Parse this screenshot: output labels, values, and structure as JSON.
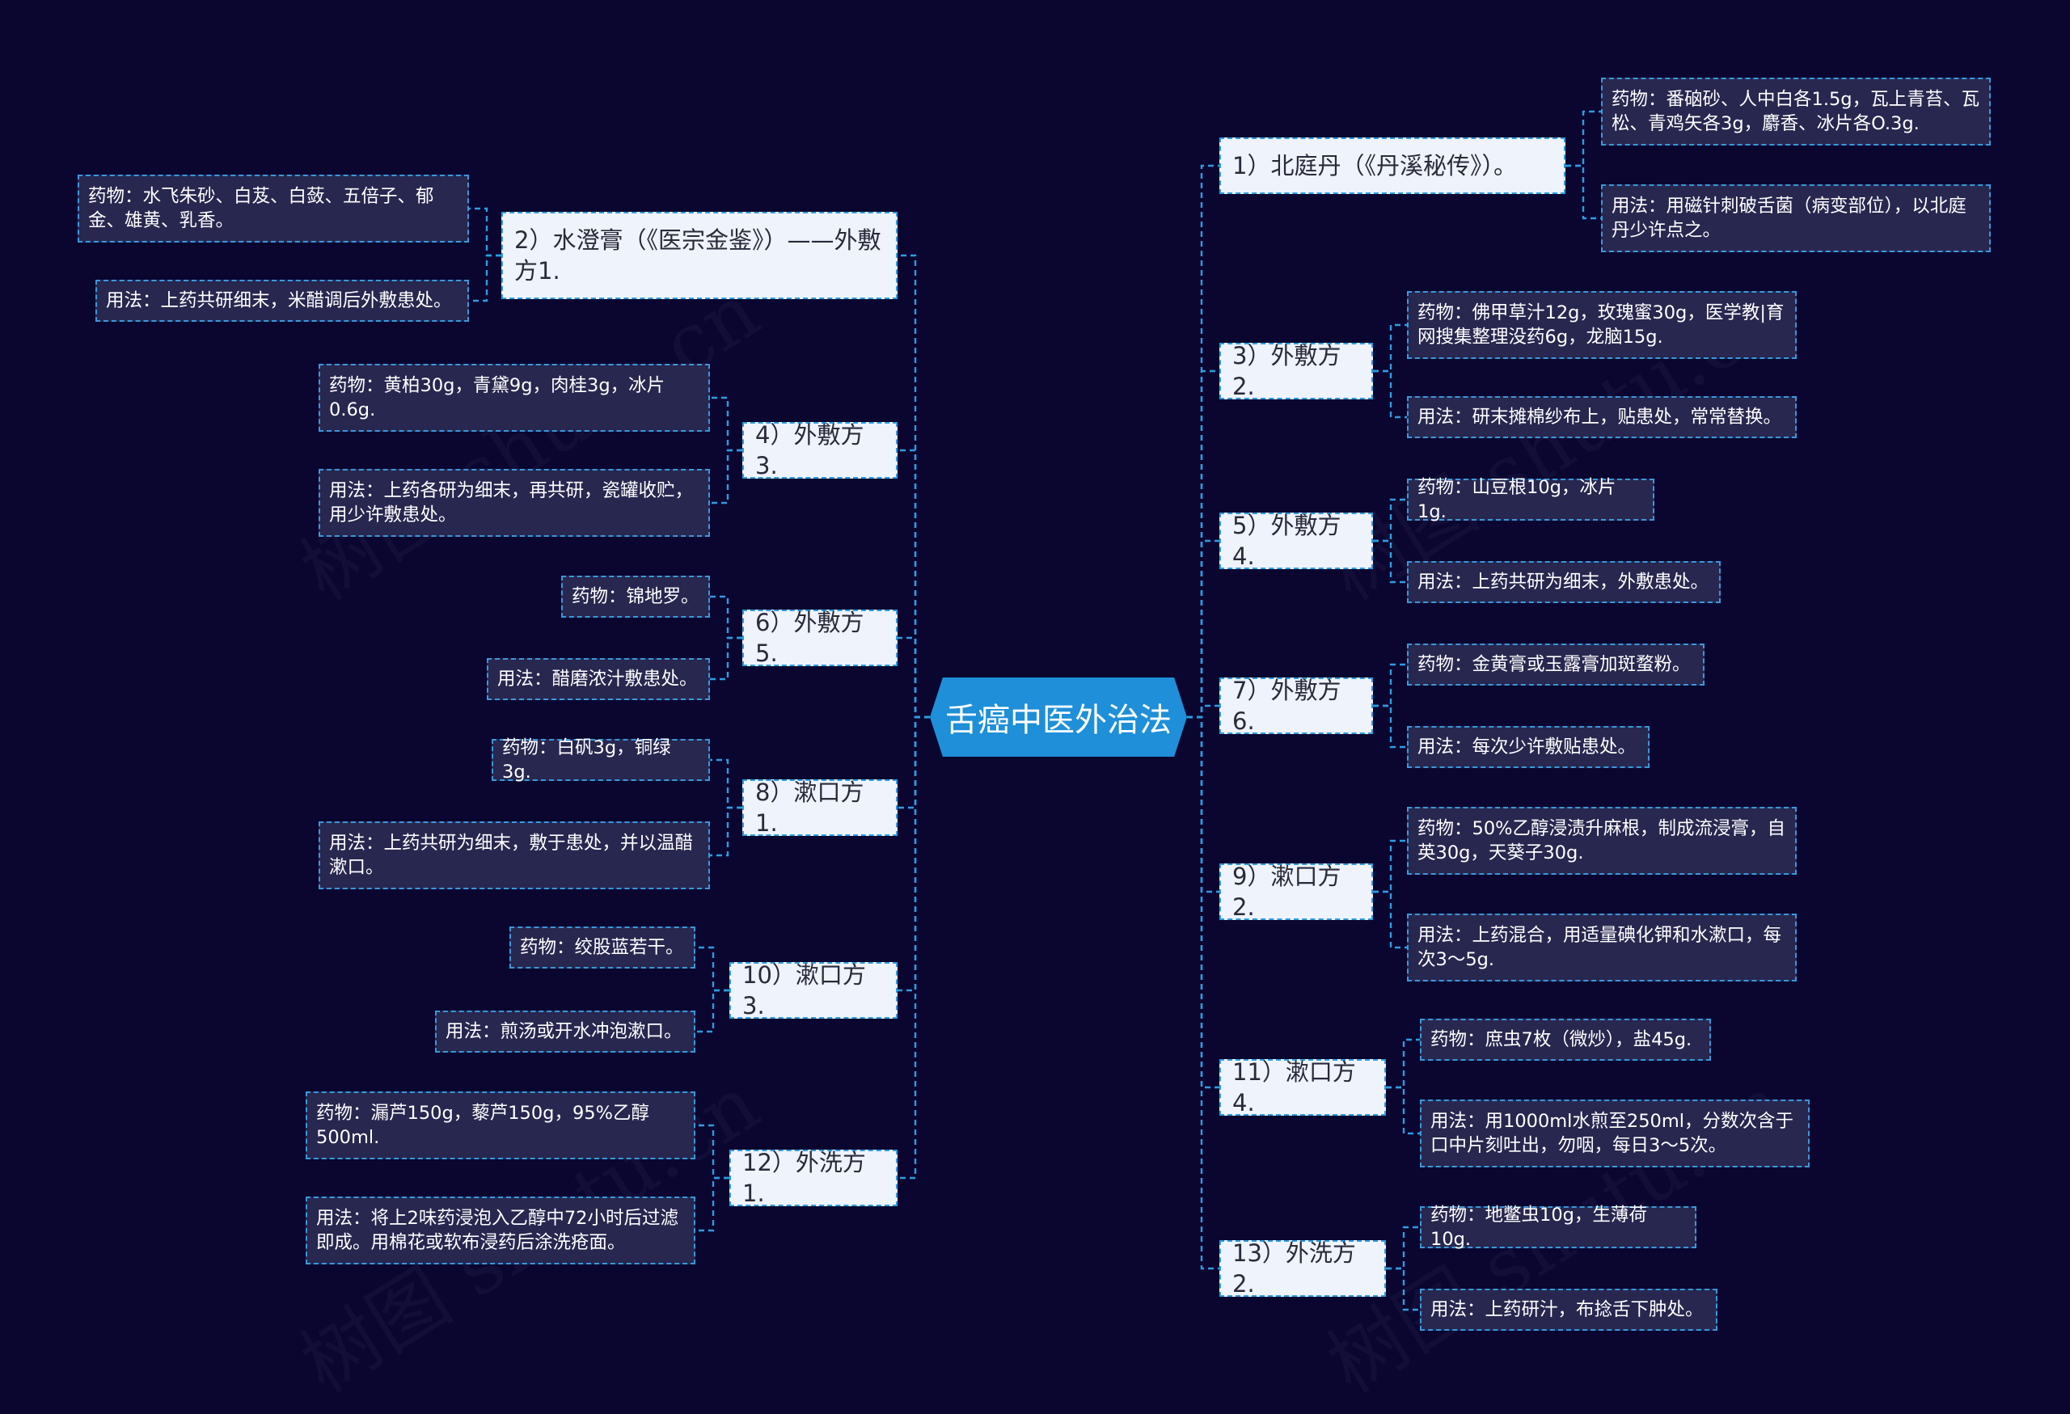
{
  "root": "舌癌中医外治法",
  "watermark": "树图 shutu.cn",
  "colors": {
    "background": "#0a0630",
    "root": "#1e8fd8",
    "branch_bg": "#eef3fc",
    "leaf_bg": "#28274f",
    "connector": "#2e9be0"
  },
  "branches": [
    {
      "id": "b1",
      "label": "1）北庭丹（《丹溪秘传》）。",
      "drug": "药物：番硇砂、人中白各1.5g，瓦上青苔、瓦松、青鸡矢各3g，麝香、冰片各O.3g.",
      "usage": "用法：用磁针刺破舌菌（病变部位），以北庭丹少许点之。"
    },
    {
      "id": "b2",
      "label": "2）水澄膏（《医宗金鉴》）——外敷方1.",
      "drug": "药物：水飞朱砂、白芨、白蔹、五倍子、郁金、雄黄、乳香。",
      "usage": "用法：上药共研细末，米醋调后外敷患处。"
    },
    {
      "id": "b3",
      "label": "3）外敷方2.",
      "drug": "药物：佛甲草汁12g，玫瑰蜜30g，医学教|育网搜集整理没药6g，龙脑15g.",
      "usage": "用法：研末摊棉纱布上，贴患处，常常替换。"
    },
    {
      "id": "b4",
      "label": "4）外敷方3.",
      "drug": "药物：黄柏30g，青黛9g，肉桂3g，冰片0.6g.",
      "usage": "用法：上药各研为细末，再共研，瓷罐收贮，用少许敷患处。"
    },
    {
      "id": "b5",
      "label": "5）外敷方4.",
      "drug": "药物：山豆根10g，冰片1g.",
      "usage": "用法：上药共研为细末，外敷患处。"
    },
    {
      "id": "b6",
      "label": "6）外敷方5.",
      "drug": "药物：锦地罗。",
      "usage": "用法：醋磨浓汁敷患处。"
    },
    {
      "id": "b7",
      "label": "7）外敷方6.",
      "drug": "药物：金黄膏或玉露膏加斑蝥粉。",
      "usage": "用法：每次少许敷贴患处。"
    },
    {
      "id": "b8",
      "label": "8）漱口方1.",
      "drug": "药物：白矾3g，铜绿3g.",
      "usage": "用法：上药共研为细末，敷于患处，并以温醋漱口。"
    },
    {
      "id": "b9",
      "label": "9）漱口方2.",
      "drug": "药物：50%乙醇浸渍升麻根，制成流浸膏，自英30g，天葵子30g.",
      "usage": "用法：上药混合，用适量碘化钾和水漱口，每次3～5g."
    },
    {
      "id": "b10",
      "label": "10）漱口方3.",
      "drug": "药物：绞股蓝若干。",
      "usage": "用法：煎汤或开水冲泡漱口。"
    },
    {
      "id": "b11",
      "label": "11）漱口方4.",
      "drug": "药物：庶虫7枚（微炒），盐45g.",
      "usage": "用法：用1000ml水煎至250ml，分数次含于口中片刻吐出，勿咽，每日3～5次。"
    },
    {
      "id": "b12",
      "label": "12）外洗方1.",
      "drug": "药物：漏芦150g，藜芦150g，95%乙醇500ml.",
      "usage": "用法：将上2味药浸泡入乙醇中72小时后过滤即成。用棉花或软布浸药后涂洗疮面。"
    },
    {
      "id": "b13",
      "label": "13）外洗方2.",
      "drug": "药物：地鳖虫10g，生薄荷10g.",
      "usage": "用法：上药研汁，布捻舌下肿处。"
    }
  ]
}
